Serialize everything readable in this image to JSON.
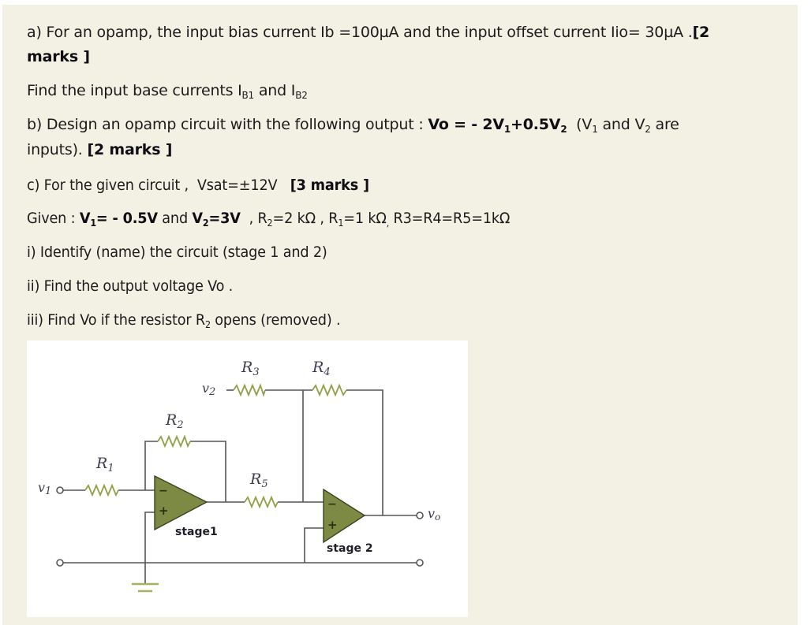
{
  "question": {
    "part_a": {
      "line1_prefix": "a) For an opamp, the input bias current Ib =100µA and the input offset current Iio= 30µA .",
      "line1_marks_start": "[2",
      "line2_marks_end": "marks ]",
      "find_prefix": "Find the input base currents I",
      "find_sub1": "B1",
      "find_and": " and I",
      "find_sub2": "B2"
    },
    "part_b": {
      "prefix": "b) Design an opamp circuit with the following output : ",
      "eq_vo": "Vo = - 2V",
      "eq_sub1": "1",
      "eq_mid": "+0.5V",
      "eq_sub2": "2",
      "paren_open": "  (V",
      "paren_sub1": "1",
      "paren_and": " and V",
      "paren_sub2": "2",
      "paren_end": " are",
      "line2": "inputs). ",
      "marks": "[2 marks ]"
    },
    "part_c": {
      "intro": "c) For the given circuit ,  Vsat=±12V   ",
      "marks": "[3 marks ]",
      "given_label": "Given : ",
      "v1_label": "V",
      "v1_sub": "1",
      "v1_value": "= - 0.5V",
      "and": " and ",
      "v2_label": "V",
      "v2_sub": "2",
      "v2_value": "=3V",
      "r2_text": "  , R",
      "r2_sub": "2",
      "r2_value": "=2 kΩ , R",
      "r1_sub": "1",
      "r1_value": "=1 kΩ",
      "r345": " R3=R4=R5=1kΩ",
      "q1": "i) Identify (name) the circuit (stage 1 and 2)",
      "q2": "ii) Find the output voltage Vo .",
      "q3_prefix": "iii) Find Vo if the resistor R",
      "q3_sub": "2",
      "q3_suffix": " opens (removed) ."
    }
  },
  "circuit": {
    "labels": {
      "r1": "R",
      "r1_sub": "1",
      "r2": "R",
      "r2_sub": "2",
      "r3": "R",
      "r3_sub": "3",
      "r4": "R",
      "r4_sub": "4",
      "r5": "R",
      "r5_sub": "5",
      "v1": "v",
      "v1_sub": "1",
      "v2": "v",
      "v2_sub": "2",
      "vo": "v",
      "vo_sub": "o",
      "stage1": "stage1",
      "stage2": "stage 2",
      "minus": "−",
      "plus": "+"
    },
    "colors": {
      "opamp_fill": "#7d8a44",
      "resistor": "#8fa046",
      "wire": "#555555",
      "ground": "#a8b060"
    }
  }
}
